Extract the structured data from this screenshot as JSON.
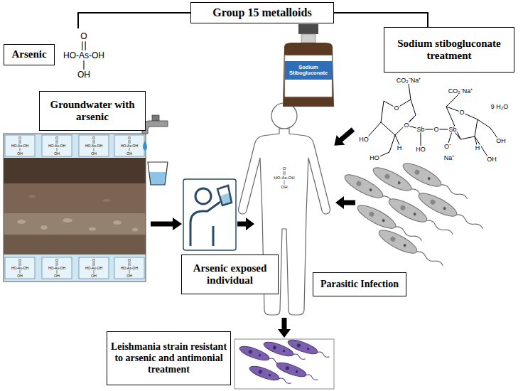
{
  "diagram": {
    "nodes": [
      {
        "text": [
          "Group 15 metalloids"
        ]
      },
      {
        "text": [
          "Arsenic"
        ]
      },
      {
        "text": [
          "Sodium stibogluconate treatment"
        ]
      },
      {
        "text": [
          "Groundwater with arsenic"
        ]
      },
      {
        "text": [
          "Arsenic exposed individual"
        ]
      },
      {
        "text": [
          "Parasitic Infection"
        ]
      },
      {
        "text": [
          "Leishmania strain resistant to arsenic and antimonial treatment"
        ]
      }
    ],
    "labels": [
      "O",
      "HO-As-OH",
      "OH",
      "Sodium Stibogluconate",
      "CO₂⁻Na⁺",
      "CO₂⁻Na⁺",
      "9 H₂O",
      "O",
      "O",
      "Sb",
      "O",
      "Sb",
      "O",
      "HO",
      "H",
      "HO",
      "HO",
      "O⁻",
      "Na⁺",
      "H",
      "OH",
      "OH",
      "O",
      "HO-As-OH",
      "OH",
      "O",
      "HO-As-OH",
      "OH",
      "O",
      "HO-As-OH",
      "OH",
      "O",
      "HO-As-OH",
      "OH",
      "O",
      "HO-As-OH",
      "OH",
      "O",
      "HO-As-OH",
      "OH",
      "O",
      "HO-As-OH",
      "OH",
      "O",
      "HO-As-OH",
      "OH",
      "O",
      "HO-As-OH",
      "OH"
    ]
  }
}
